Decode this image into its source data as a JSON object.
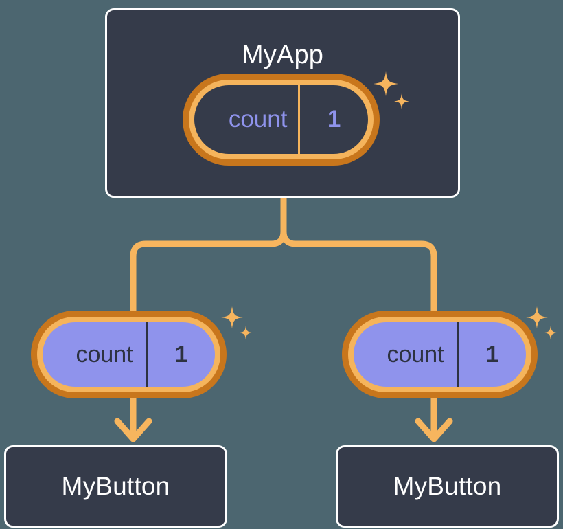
{
  "diagram": {
    "type": "component-state-tree",
    "background_color": "#4c6670",
    "palette": {
      "node_fill": "#353b4a",
      "node_border": "#ffffff",
      "pill_ring_outer": "#c8761c",
      "pill_ring_inner": "#f5b45c",
      "pill_fill_purple": "#8f93ec",
      "accent_purple": "#8f93ec",
      "connector": "#f7b55e",
      "text_light": "#ffffff",
      "text_dark": "#2d3241"
    }
  },
  "root": {
    "title": "MyApp",
    "state": {
      "key": "count",
      "value": "1"
    },
    "sparkle_name": "sparkle-icon"
  },
  "children": [
    {
      "state": {
        "key": "count",
        "value": "1"
      },
      "sparkle_name": "sparkle-icon",
      "title": "MyButton"
    },
    {
      "state": {
        "key": "count",
        "value": "1"
      },
      "sparkle_name": "sparkle-icon",
      "title": "MyButton"
    }
  ]
}
